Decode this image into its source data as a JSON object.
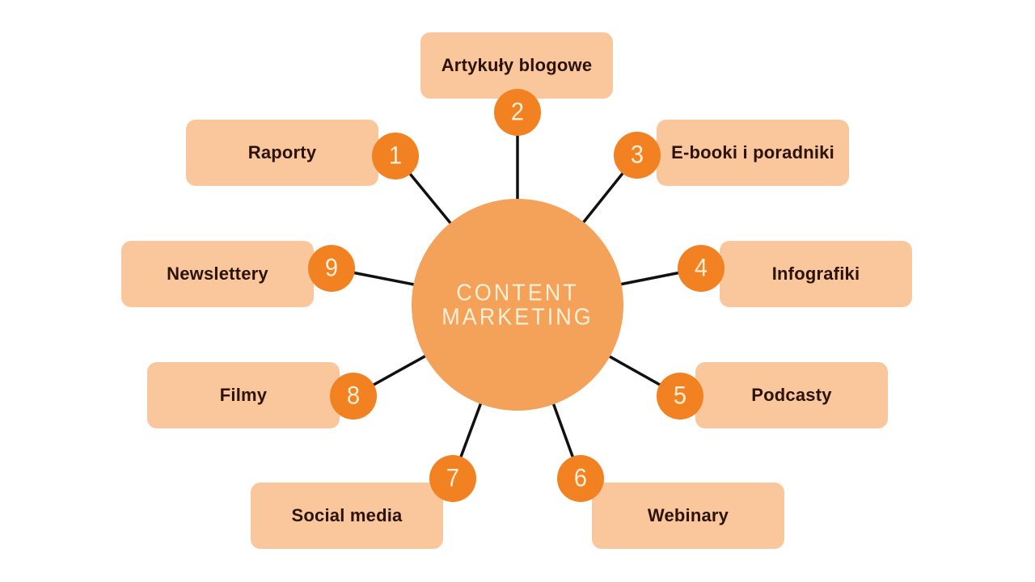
{
  "center": {
    "title_line1": "CONTENT",
    "title_line2": "MARKETING"
  },
  "nodes": [
    {
      "number": "1",
      "label": "Raporty"
    },
    {
      "number": "2",
      "label": "Artykuły blogowe"
    },
    {
      "number": "3",
      "label": "E-booki i poradniki"
    },
    {
      "number": "4",
      "label": "Infografiki"
    },
    {
      "number": "5",
      "label": "Podcasty"
    },
    {
      "number": "6",
      "label": "Webinary"
    },
    {
      "number": "7",
      "label": "Social media"
    },
    {
      "number": "8",
      "label": "Filmy"
    },
    {
      "number": "9",
      "label": "Newslettery"
    }
  ],
  "colors": {
    "bg": "#ffffff",
    "box-bg": "#FAC79D",
    "box-text": "#2B1309",
    "badge-bg": "#F28121",
    "circle-bg": "#F4A259",
    "cream": "#FBEFD6",
    "line": "#111111"
  }
}
